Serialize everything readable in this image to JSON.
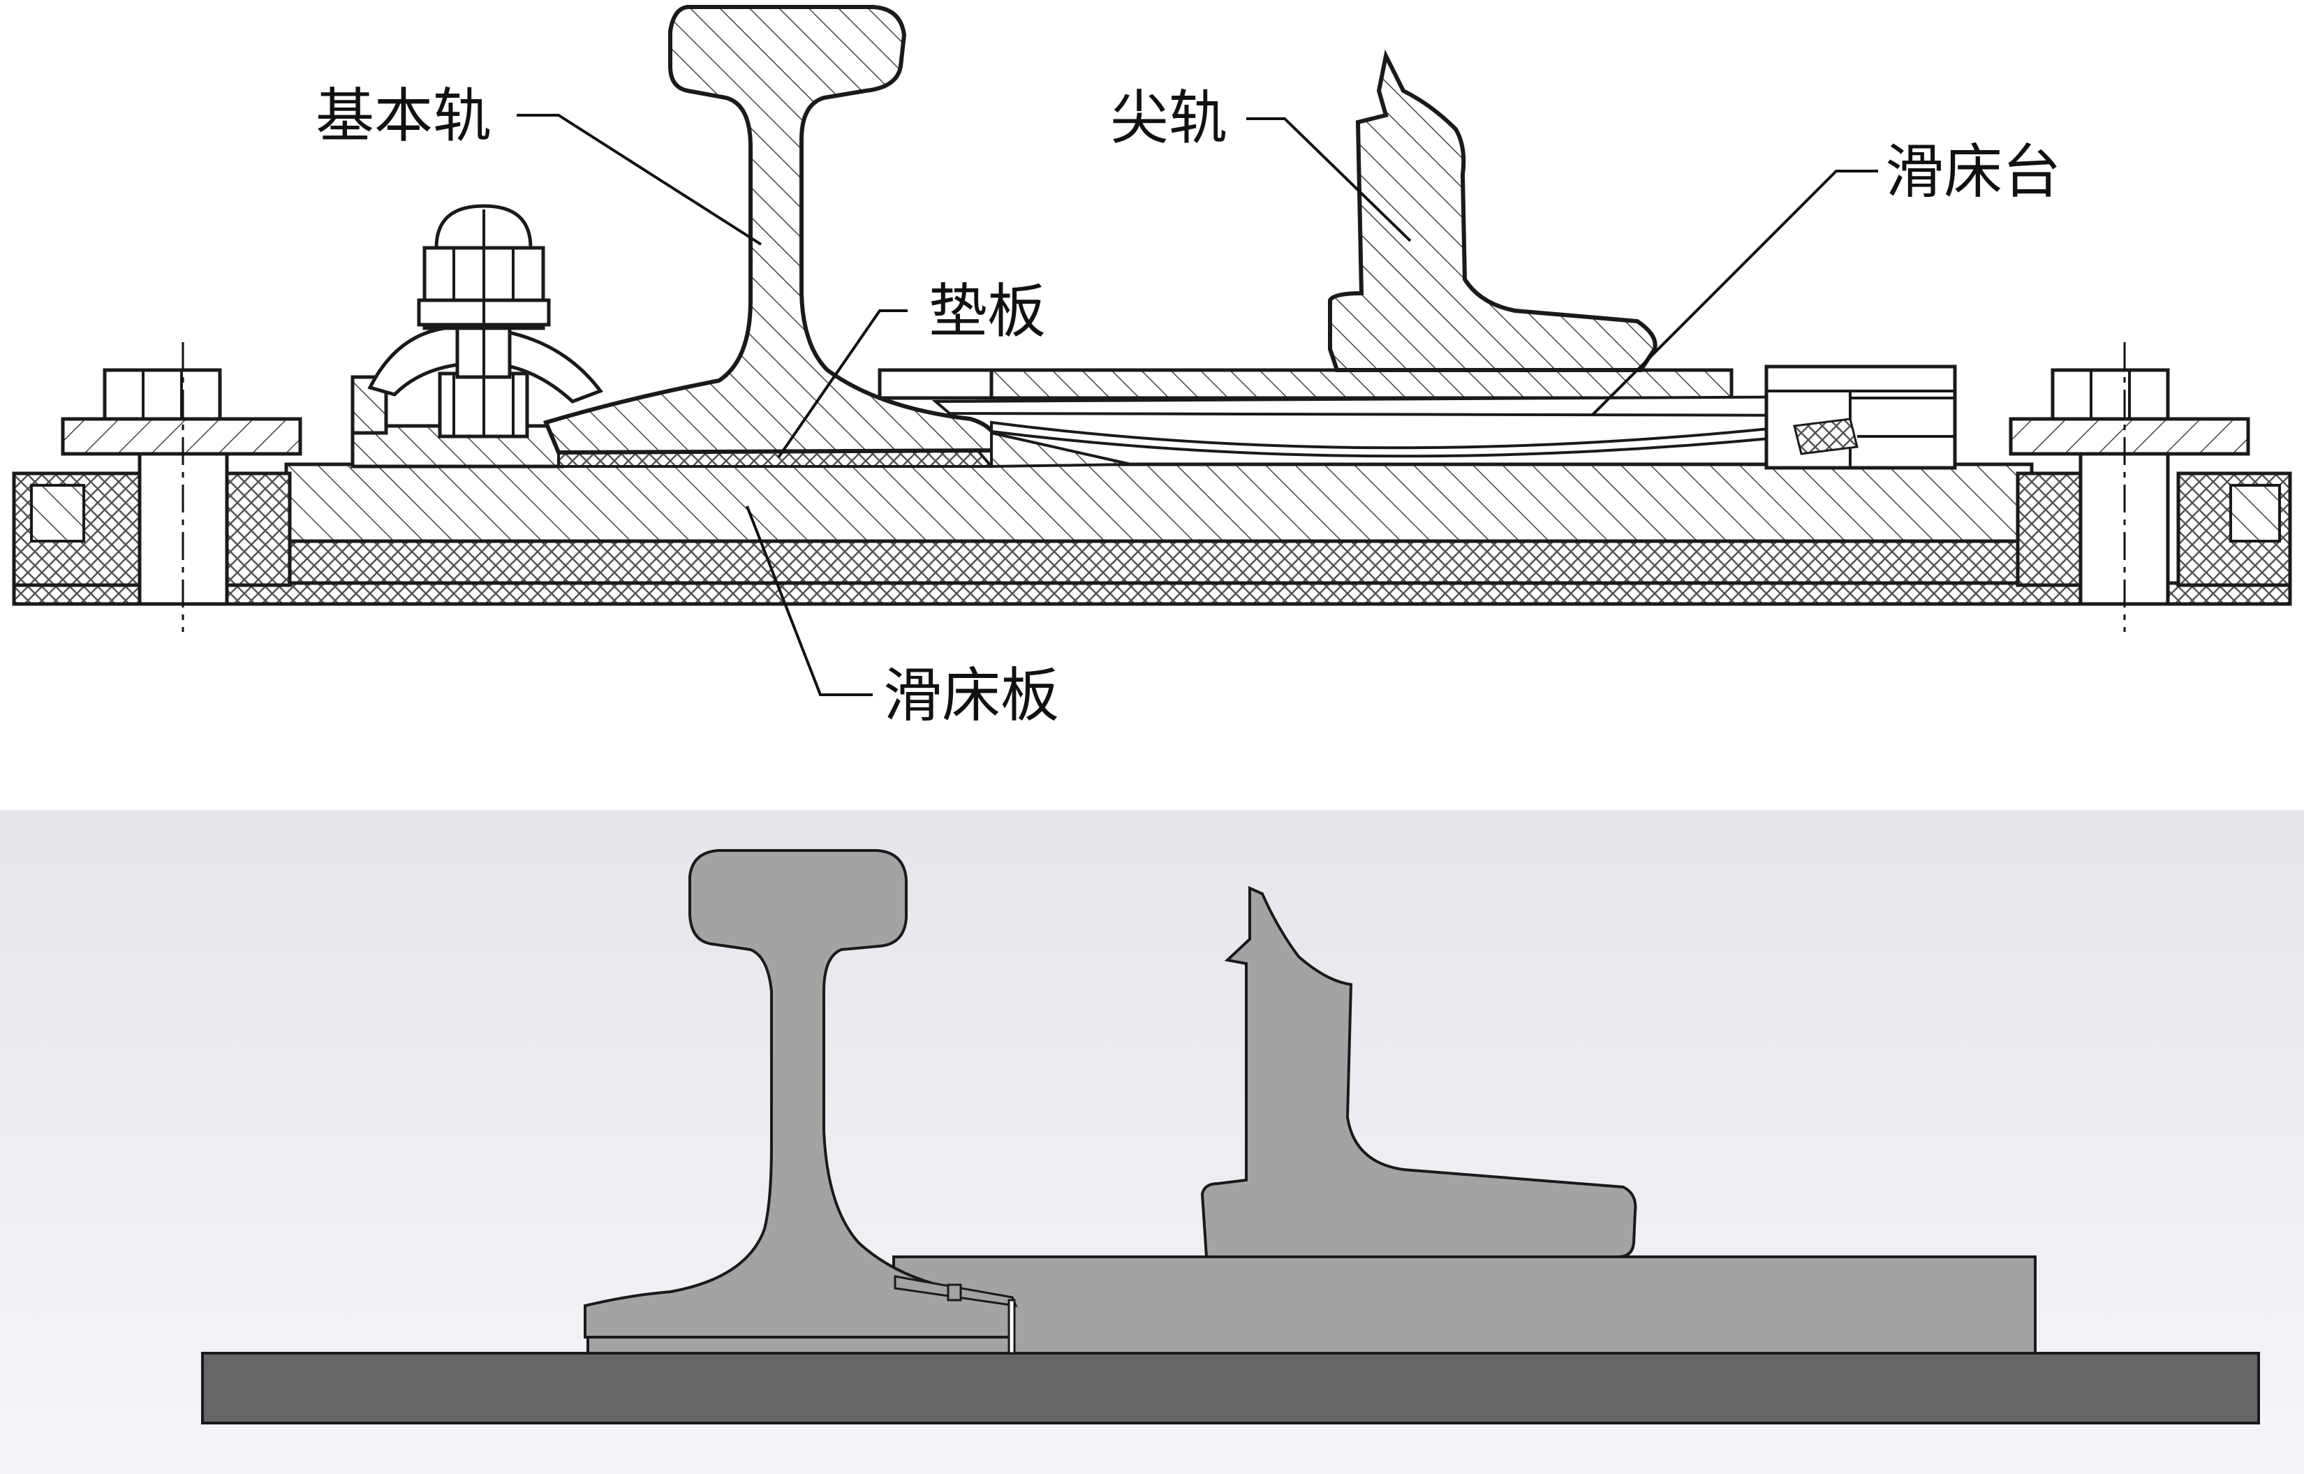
{
  "labels": {
    "stock_rail": "基本轨",
    "switch_rail": "尖轨",
    "slide_chair": "滑床台",
    "pad": "垫板",
    "slide_plate": "滑床板"
  },
  "colors": {
    "line": "#1a1a1a",
    "hatch": "#444444",
    "cross_hatch": "#555555",
    "render_rail": "#a3a3a3",
    "render_base": "#666666",
    "render_bg_top": "#e4e6ec",
    "render_bg_bottom": "#f4f5f8"
  }
}
